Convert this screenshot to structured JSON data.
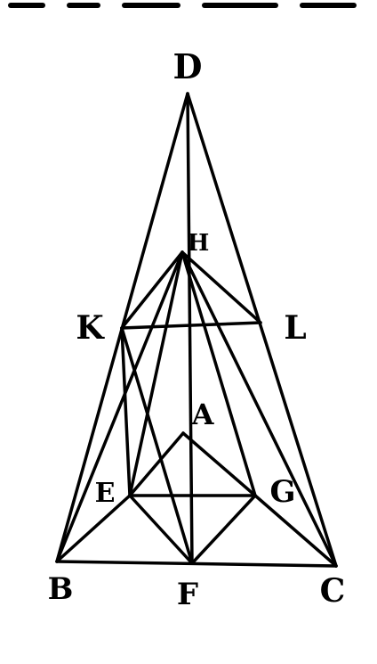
{
  "diagram": {
    "points": {
      "D": {
        "label": "D"
      },
      "H": {
        "label": "H"
      },
      "K": {
        "label": "K"
      },
      "L": {
        "label": "L"
      },
      "A": {
        "label": "A"
      },
      "E": {
        "label": "E"
      },
      "G": {
        "label": "G"
      },
      "B": {
        "label": "B"
      },
      "F": {
        "label": "F"
      },
      "C": {
        "label": "C"
      }
    },
    "segments": [
      [
        "D",
        "B"
      ],
      [
        "D",
        "C"
      ],
      [
        "B",
        "C"
      ],
      [
        "D",
        "F"
      ],
      [
        "H",
        "K"
      ],
      [
        "H",
        "L"
      ],
      [
        "K",
        "L"
      ],
      [
        "H",
        "E"
      ],
      [
        "H",
        "G"
      ],
      [
        "H",
        "B"
      ],
      [
        "H",
        "C"
      ],
      [
        "K",
        "F"
      ],
      [
        "K",
        "E"
      ],
      [
        "E",
        "G"
      ],
      [
        "A",
        "E"
      ],
      [
        "A",
        "G"
      ],
      [
        "E",
        "B"
      ],
      [
        "E",
        "F"
      ],
      [
        "G",
        "F"
      ],
      [
        "G",
        "C"
      ]
    ]
  },
  "colors": {
    "ink": "#000000",
    "paper": "#ffffff"
  }
}
